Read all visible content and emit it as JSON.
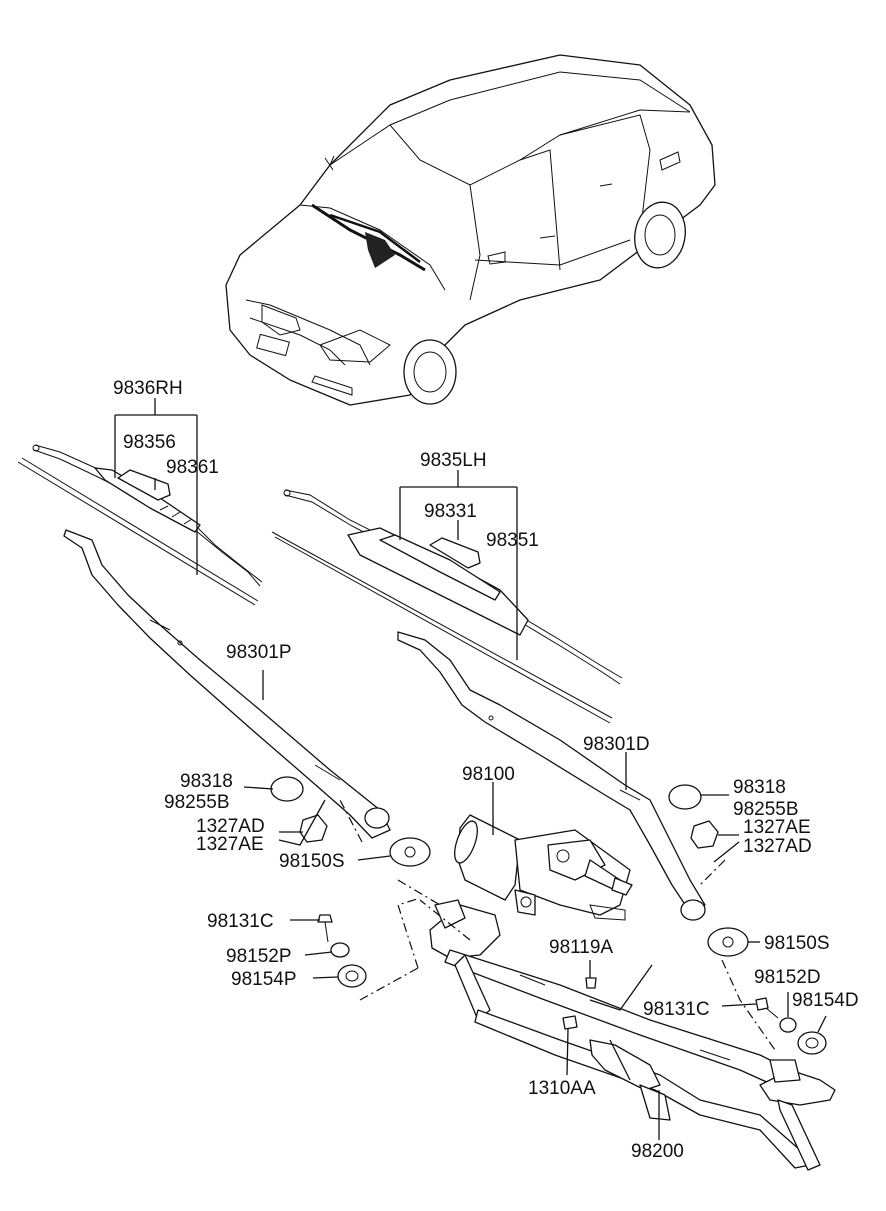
{
  "diagram": {
    "callouts": {
      "rh_assy": "9836RH",
      "rh_refill": "98356",
      "rh_blade": "98361",
      "lh_assy": "9835LH",
      "lh_refill": "98331",
      "lh_blade": "98351",
      "arm_passenger": "98301P",
      "arm_driver": "98301D",
      "motor": "98100",
      "cap_left_1": "98318",
      "cap_left_2": "98255B",
      "cap_right_1": "98318",
      "cap_right_2": "98255B",
      "nut_left_1": "1327AD",
      "nut_left_2": "1327AE",
      "nut_right_1": "1327AE",
      "nut_right_2": "1327AD",
      "washer_left": "98150S",
      "washer_right": "98150S",
      "bolt_left": "98131C",
      "bolt_right": "98131C",
      "bushing_left": "98152P",
      "bushing_right": "98152D",
      "grommet_left": "98154P",
      "grommet_right": "98154D",
      "motor_bolt": "98119A",
      "nut_linkage": "1310AA",
      "linkage": "98200"
    }
  }
}
